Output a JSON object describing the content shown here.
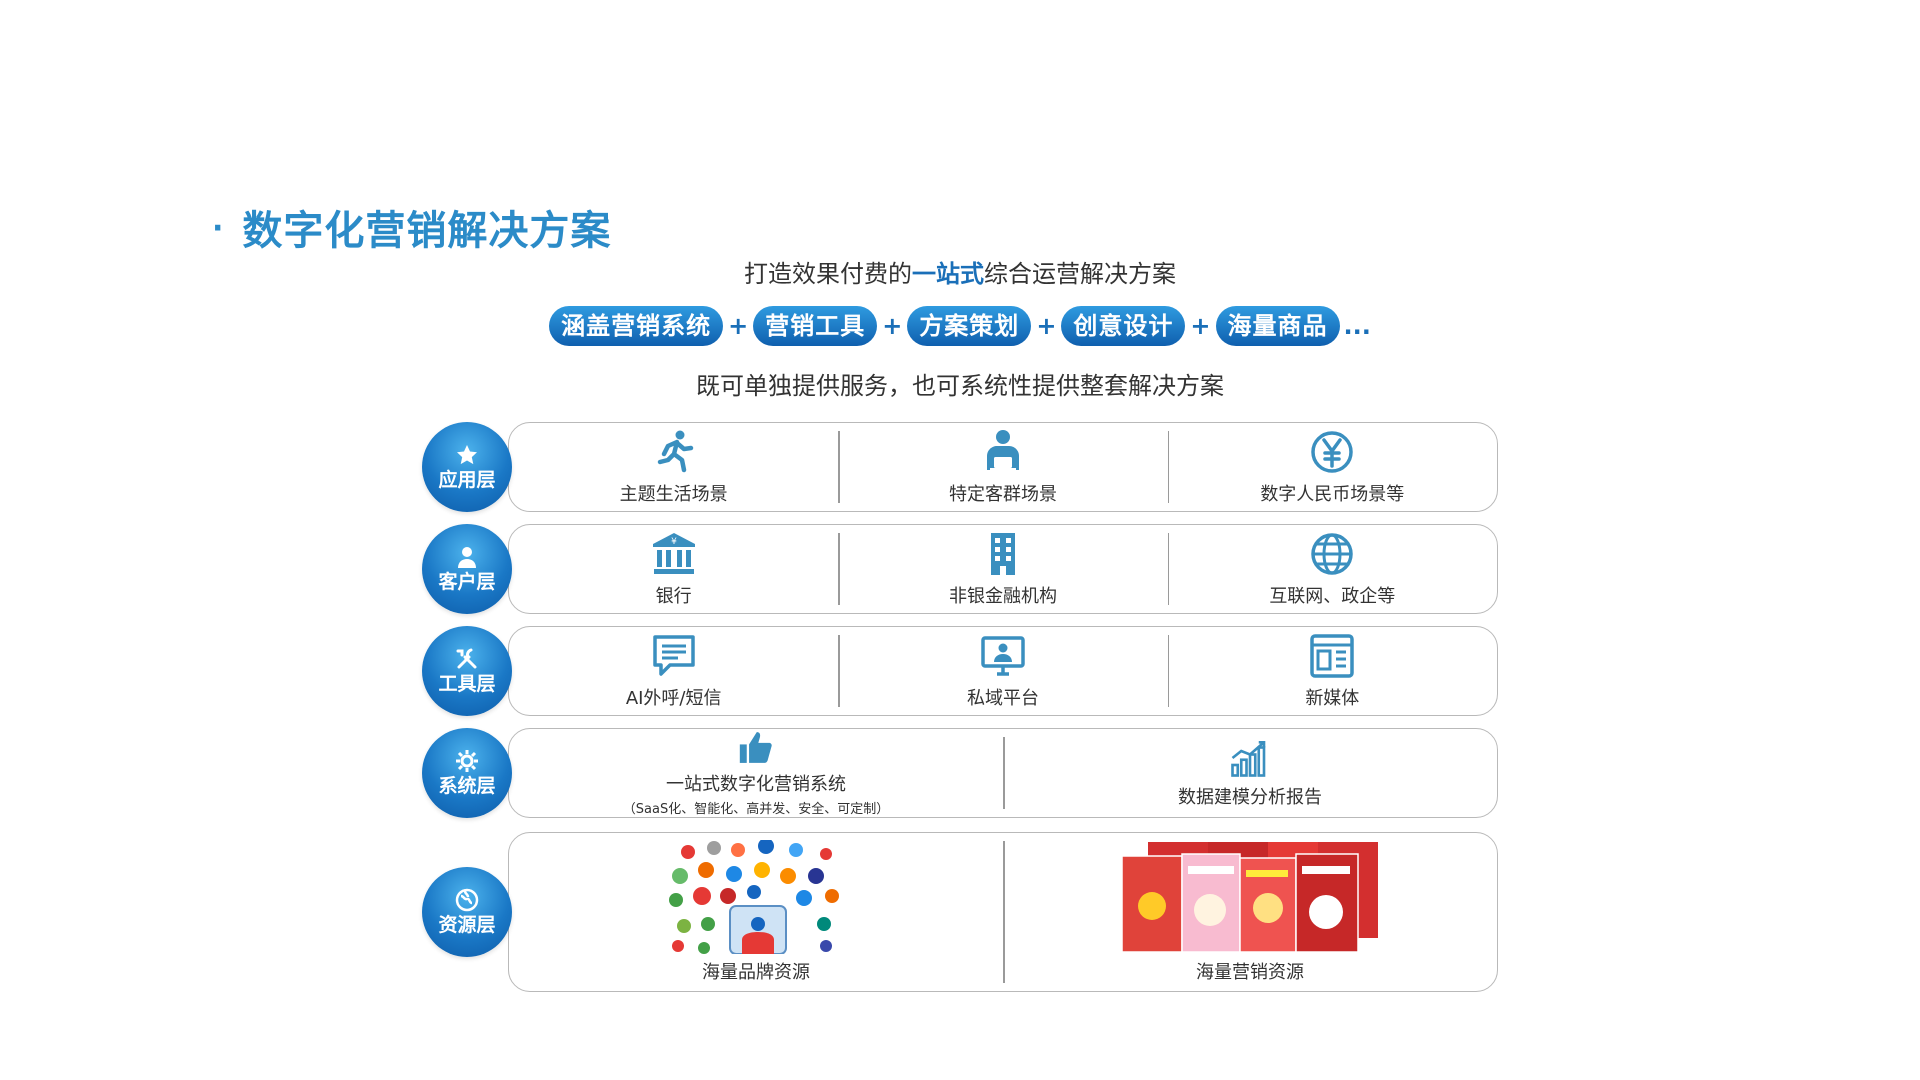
{
  "header": {
    "title": "数字化营销解决方案",
    "bullet": "·"
  },
  "subtitle": {
    "before": "打造效果付费的",
    "highlight": "一站式",
    "after": "综合运营解决方案"
  },
  "pills": [
    "涵盖营销系统",
    "营销工具",
    "方案策划",
    "创意设计",
    "海量商品"
  ],
  "pill_separator": "+",
  "pill_ellipsis": "...",
  "description": "既可单独提供服务，也可系统性提供整套解决方案",
  "layers": [
    {
      "name": "应用层",
      "icon": "star-icon",
      "items": [
        {
          "label": "主题生活场景",
          "icon": "running-person-icon"
        },
        {
          "label": "特定客群场景",
          "icon": "person-laptop-icon"
        },
        {
          "label": "数字人民币场景等",
          "icon": "yuan-icon"
        }
      ]
    },
    {
      "name": "客户层",
      "icon": "user-icon",
      "items": [
        {
          "label": "银行",
          "icon": "bank-icon"
        },
        {
          "label": "非银金融机构",
          "icon": "building-icon"
        },
        {
          "label": "互联网、政企等",
          "icon": "globe-icon"
        }
      ]
    },
    {
      "name": "工具层",
      "icon": "tools-icon",
      "items": [
        {
          "label": "AI外呼/短信",
          "icon": "chat-icon"
        },
        {
          "label": "私域平台",
          "icon": "monitor-user-icon"
        },
        {
          "label": "新媒体",
          "icon": "browser-icon"
        }
      ]
    },
    {
      "name": "系统层",
      "icon": "gear-icon",
      "items": [
        {
          "label": "一站式数字化营销系统",
          "sub": "（SaaS化、智能化、高并发、安全、可定制）",
          "icon": "thumbs-up-icon"
        },
        {
          "label": "数据建模分析报告",
          "icon": "bar-chart-icon"
        }
      ]
    },
    {
      "name": "资源层",
      "icon": "globe-badge-icon",
      "items": [
        {
          "label": "海量品牌资源",
          "icon": "brand-logos-cluster"
        },
        {
          "label": "海量营销资源",
          "icon": "poster-collage"
        }
      ]
    }
  ],
  "colors": {
    "accent": "#2b8bc8",
    "pill_top": "#2f9be0",
    "pill_bottom": "#0f5fae",
    "icon": "#3a8fbf",
    "border": "#b9b9b9"
  }
}
